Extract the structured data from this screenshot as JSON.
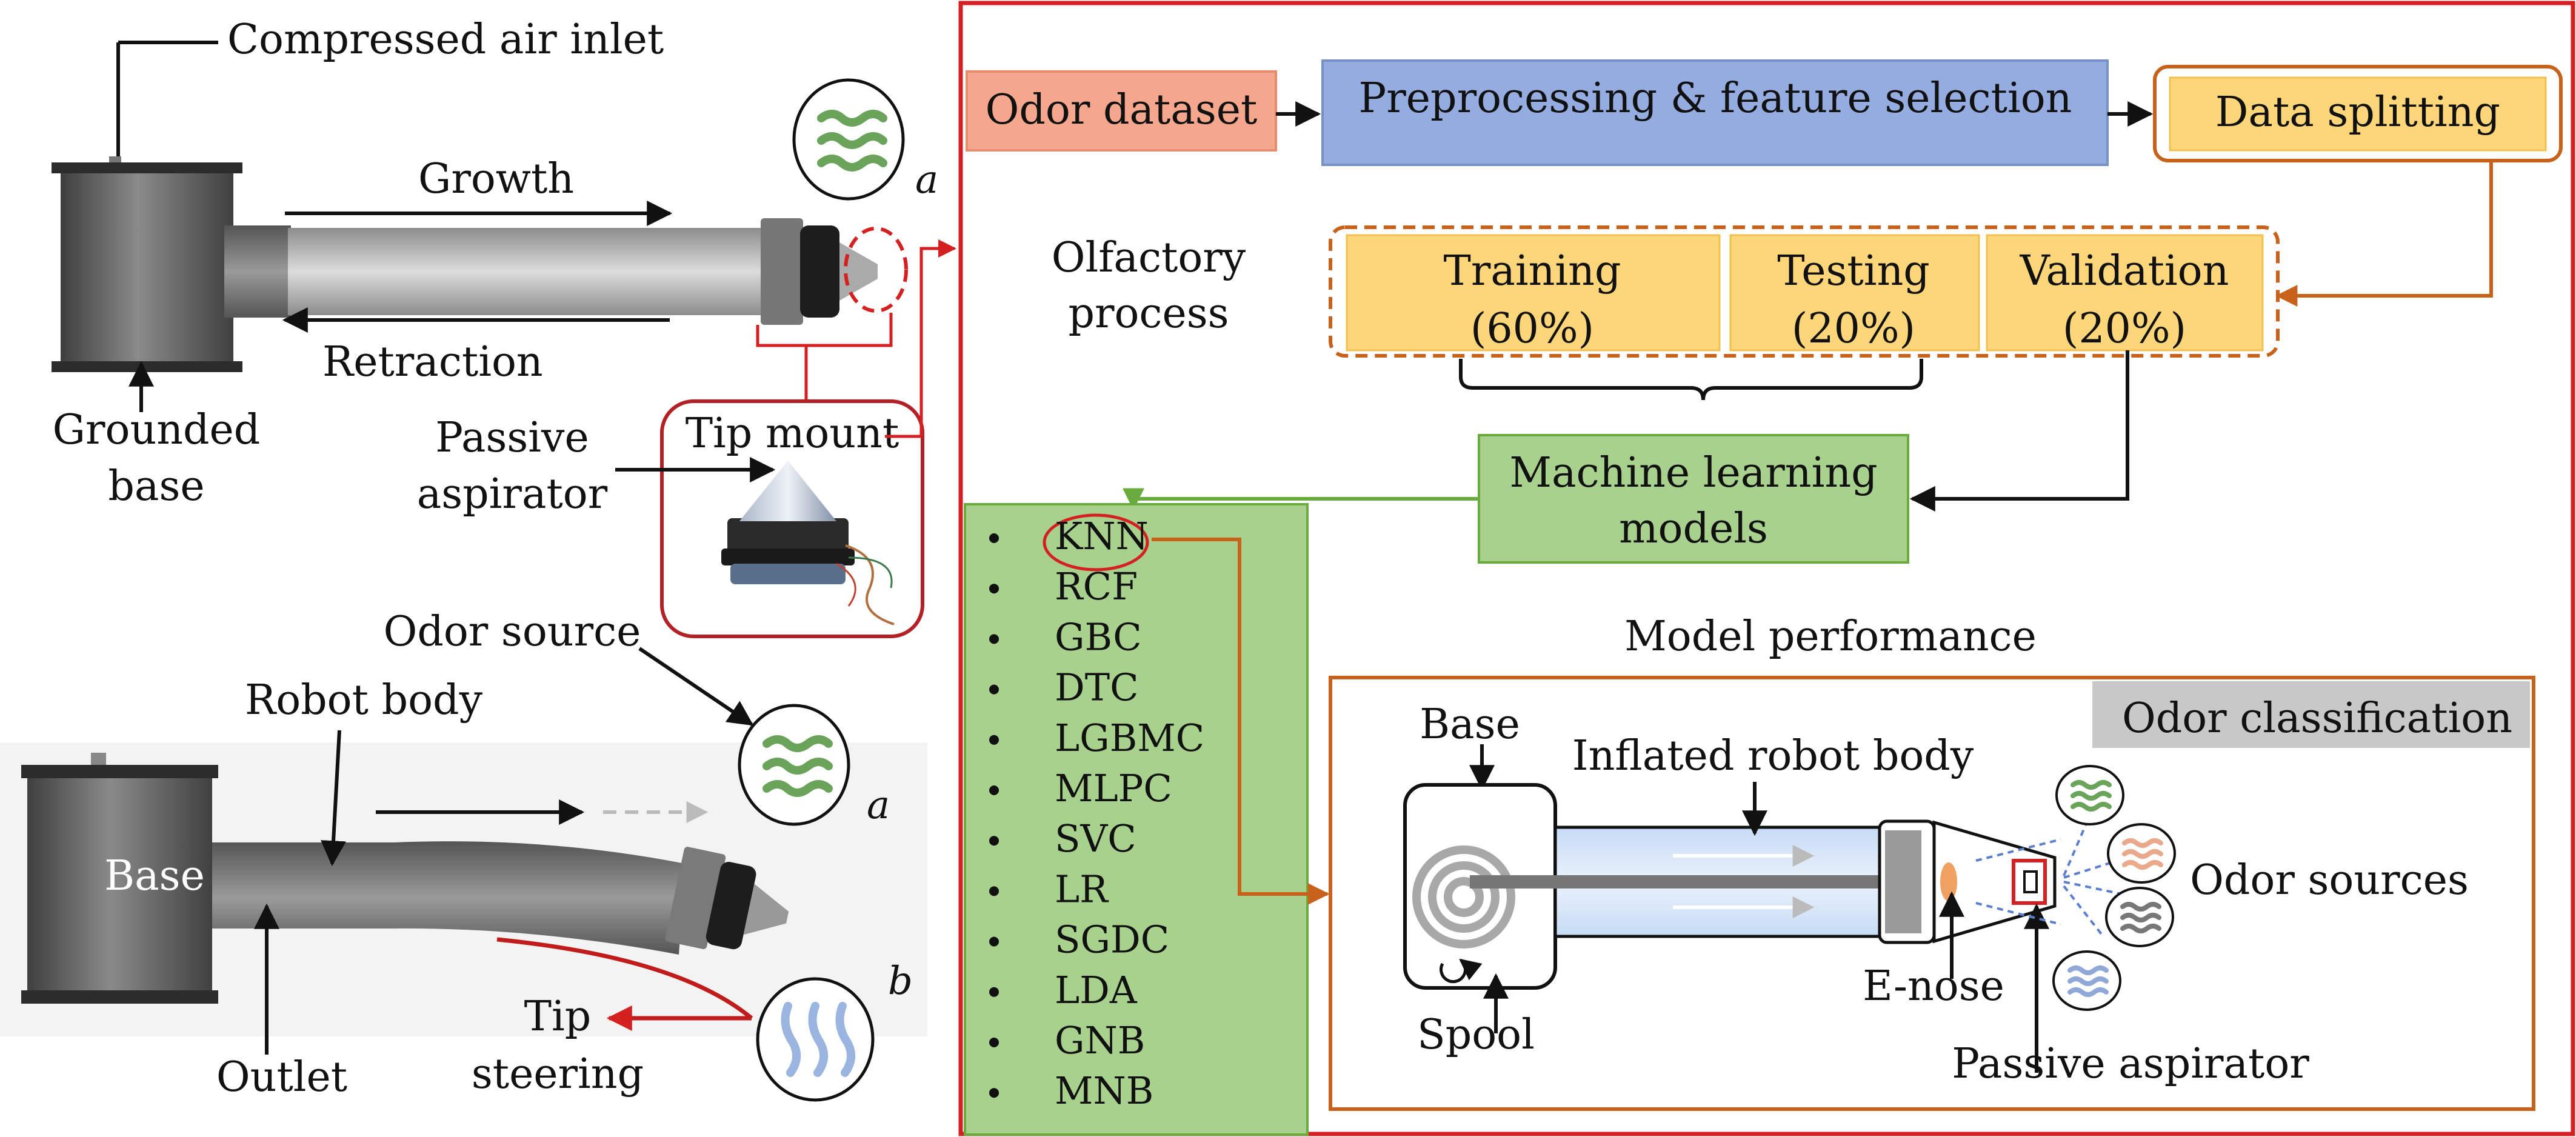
{
  "robot_top": {
    "compressed_air_inlet": "Compressed air inlet",
    "growth": "Growth",
    "retraction": "Retraction",
    "grounded_base_line1": "Grounded",
    "grounded_base_line2": "base",
    "passive_aspirator_line1": "Passive",
    "passive_aspirator_line2": "aspirator",
    "tip_mount": "Tip mount",
    "label_a": "a"
  },
  "robot_bottom": {
    "odor_source": "Odor source",
    "robot_body": "Robot body",
    "base": "Base",
    "outlet": "Outlet",
    "tip_steering_line1": "Tip",
    "tip_steering_line2": "steering",
    "label_a": "a",
    "label_b": "b"
  },
  "pipeline": {
    "odor_dataset": "Odor dataset",
    "preprocessing": "Preprocessing & feature selection",
    "data_splitting": "Data splitting",
    "olfactory_line1": "Olfactory",
    "olfactory_line2": "process",
    "training_line1": "Training",
    "training_line2": "(60%)",
    "testing_line1": "Testing",
    "testing_line2": "(20%)",
    "validation_line1": "Validation",
    "validation_line2": "(20%)",
    "ml_line1": "Machine learning",
    "ml_line2": "models"
  },
  "models": [
    "KNN",
    "RCF",
    "GBC",
    "DTC",
    "LGBMC",
    "MLPC",
    "SVC",
    "LR",
    "SGDC",
    "LDA",
    "GNB",
    "MNB"
  ],
  "performance": {
    "model_performance": "Model performance",
    "odor_classification": "Odor classification",
    "base": "Base",
    "inflated_body": "Inflated robot body",
    "spool": "Spool",
    "enose": "E-nose",
    "passive_aspirator": "Passive aspirator",
    "odor_sources": "Odor sources"
  },
  "colors": {
    "red": "#d42020",
    "orange": "#c8621b",
    "green": "#6aab3e",
    "odor_dataset_fill": "#f4a78c",
    "preprocessing_fill": "#95ace0",
    "yellow_fill": "#fdd67a",
    "green_fill": "#a9d18e"
  }
}
